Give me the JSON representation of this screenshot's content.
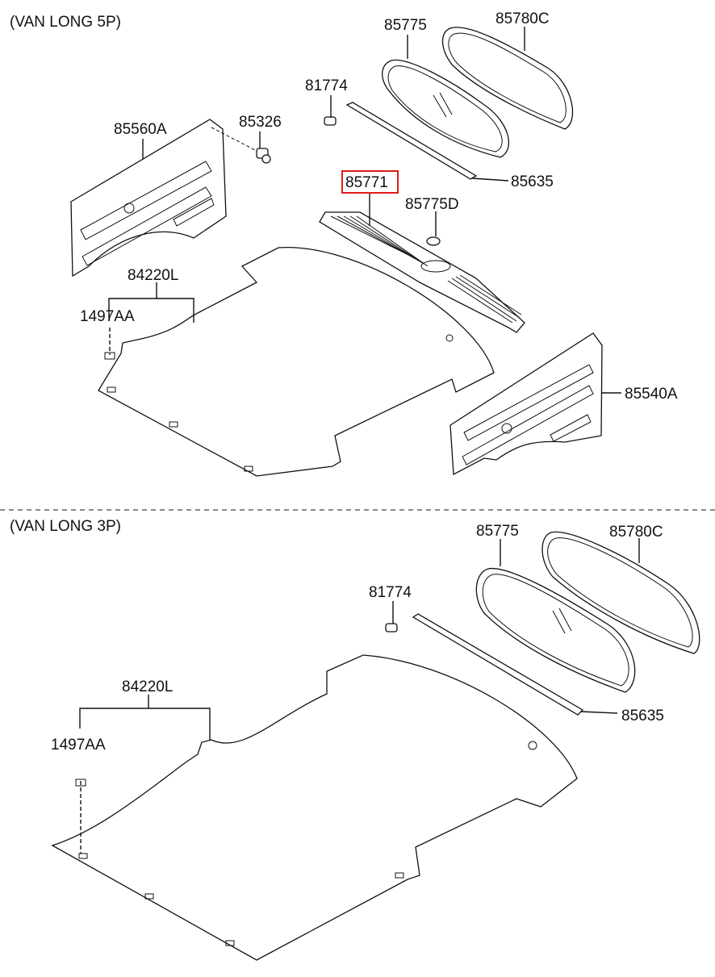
{
  "sections": [
    {
      "title": "(VAN LONG 5P)",
      "labels": {
        "p85775": "85775",
        "p85780C": "85780C",
        "p81774": "81774",
        "p85326": "85326",
        "p85560A": "85560A",
        "p85771": "85771",
        "p85635": "85635",
        "p85775D": "85775D",
        "p84220L": "84220L",
        "p1497AA": "1497AA",
        "p85540A": "85540A"
      }
    },
    {
      "title": "(VAN LONG 3P)",
      "labels": {
        "p85775": "85775",
        "p85780C": "85780C",
        "p81774": "81774",
        "p84220L": "84220L",
        "p1497AA": "1497AA",
        "p85635": "85635"
      }
    }
  ],
  "highlight": {
    "part": "85771",
    "color": "#e01b1b"
  }
}
